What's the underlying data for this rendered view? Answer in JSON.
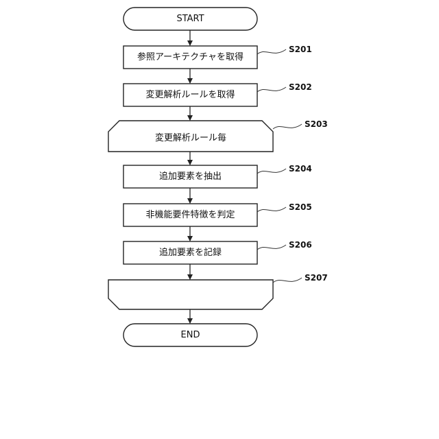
{
  "diagram": {
    "nodes": [
      {
        "id": "start",
        "shape": "terminal",
        "label": "START",
        "step": ""
      },
      {
        "id": "s201",
        "shape": "process",
        "label": "参照アーキテクチャを取得",
        "step": "S201"
      },
      {
        "id": "s202",
        "shape": "process",
        "label": "変更解析ルールを取得",
        "step": "S202"
      },
      {
        "id": "s203",
        "shape": "loop-start",
        "label": "変更解析ルール毎",
        "step": "S203"
      },
      {
        "id": "s204",
        "shape": "process",
        "label": "追加要素を抽出",
        "step": "S204"
      },
      {
        "id": "s205",
        "shape": "process",
        "label": "非機能要件特徴を判定",
        "step": "S205"
      },
      {
        "id": "s206",
        "shape": "process",
        "label": "追加要素を記録",
        "step": "S206"
      },
      {
        "id": "s207",
        "shape": "loop-end",
        "label": "",
        "step": "S207"
      },
      {
        "id": "end",
        "shape": "terminal",
        "label": "END",
        "step": ""
      }
    ],
    "edges": [
      {
        "from": "start",
        "to": "s201"
      },
      {
        "from": "s201",
        "to": "s202"
      },
      {
        "from": "s202",
        "to": "s203"
      },
      {
        "from": "s203",
        "to": "s204"
      },
      {
        "from": "s204",
        "to": "s205"
      },
      {
        "from": "s205",
        "to": "s206"
      },
      {
        "from": "s206",
        "to": "s207"
      },
      {
        "from": "s207",
        "to": "end"
      }
    ]
  }
}
